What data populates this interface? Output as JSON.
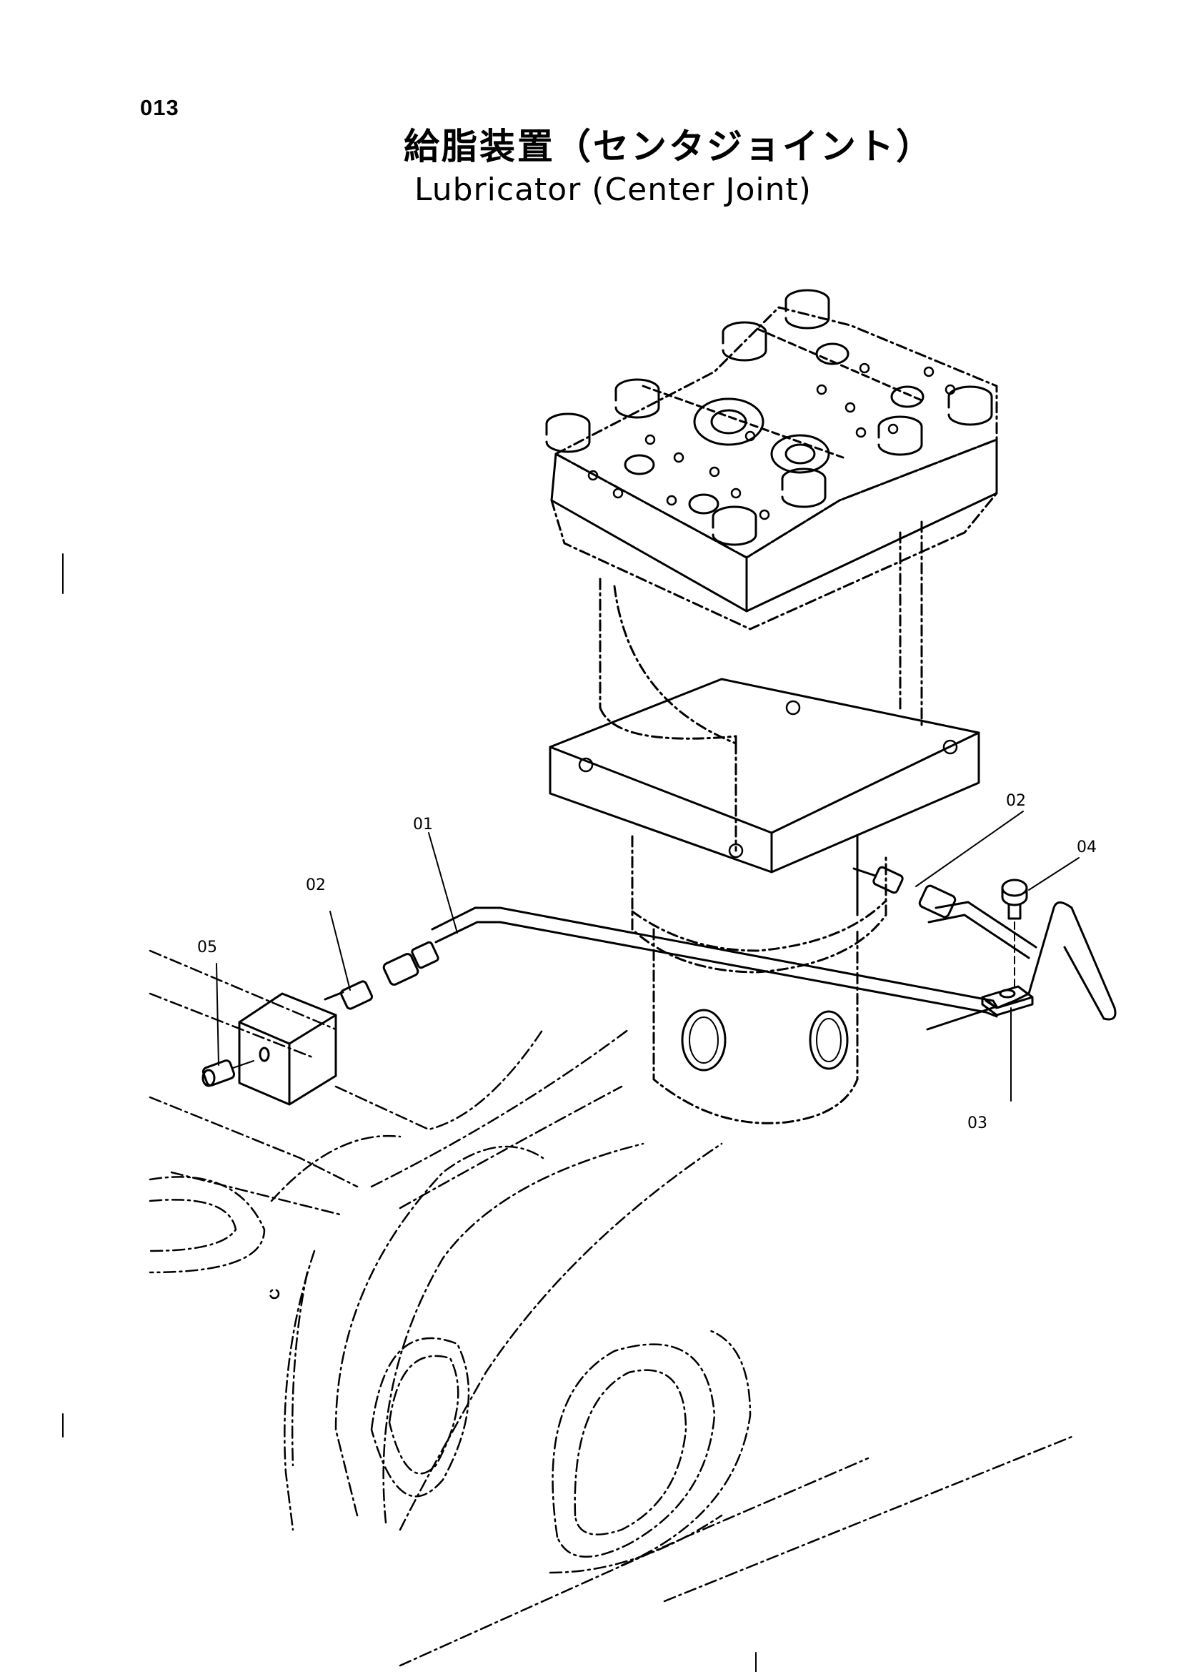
{
  "page": {
    "number": "013",
    "title_ja": "給脂装置（センタジョイント）",
    "title_en": "Lubricator (Center Joint)"
  },
  "callouts": [
    {
      "id": "c01",
      "label": "01"
    },
    {
      "id": "c02a",
      "label": "02"
    },
    {
      "id": "c02b",
      "label": "02"
    },
    {
      "id": "c03",
      "label": "03"
    },
    {
      "id": "c04",
      "label": "04"
    },
    {
      "id": "c05",
      "label": "05"
    }
  ],
  "colors": {
    "ink": "#000000",
    "paper": "#ffffff"
  }
}
